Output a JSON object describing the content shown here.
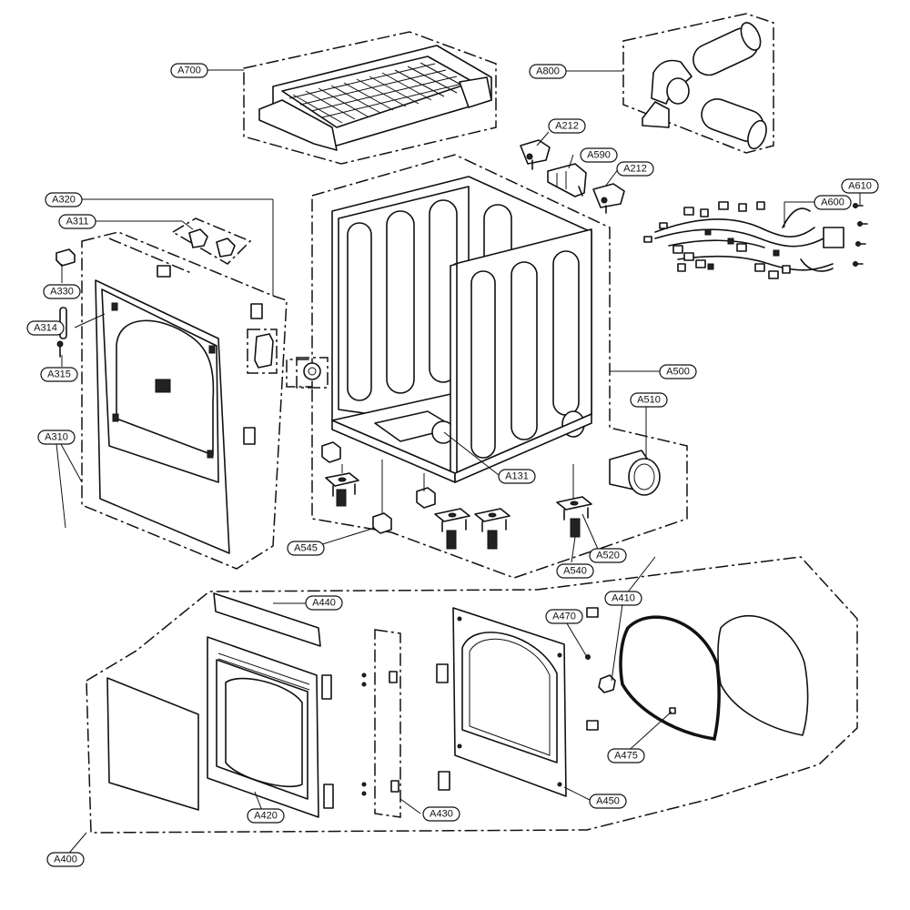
{
  "labels": [
    {
      "id": "A700",
      "text": "A700"
    },
    {
      "id": "A800",
      "text": "A800"
    },
    {
      "id": "A212a",
      "text": "A212"
    },
    {
      "id": "A590",
      "text": "A590"
    },
    {
      "id": "A212b",
      "text": "A212"
    },
    {
      "id": "A610",
      "text": "A610"
    },
    {
      "id": "A600",
      "text": "A600"
    },
    {
      "id": "A320",
      "text": "A320"
    },
    {
      "id": "A311",
      "text": "A311"
    },
    {
      "id": "A330",
      "text": "A330"
    },
    {
      "id": "A314",
      "text": "A314"
    },
    {
      "id": "A315",
      "text": "A315"
    },
    {
      "id": "A310",
      "text": "A310"
    },
    {
      "id": "A500",
      "text": "A500"
    },
    {
      "id": "A510",
      "text": "A510"
    },
    {
      "id": "A131",
      "text": "A131"
    },
    {
      "id": "A545",
      "text": "A545"
    },
    {
      "id": "A520",
      "text": "A520"
    },
    {
      "id": "A540",
      "text": "A540"
    },
    {
      "id": "A410",
      "text": "A410"
    },
    {
      "id": "A440",
      "text": "A440"
    },
    {
      "id": "A470",
      "text": "A470"
    },
    {
      "id": "A475",
      "text": "A475"
    },
    {
      "id": "A450",
      "text": "A450"
    },
    {
      "id": "A430",
      "text": "A430"
    },
    {
      "id": "A420",
      "text": "A420"
    },
    {
      "id": "A400",
      "text": "A400"
    }
  ]
}
